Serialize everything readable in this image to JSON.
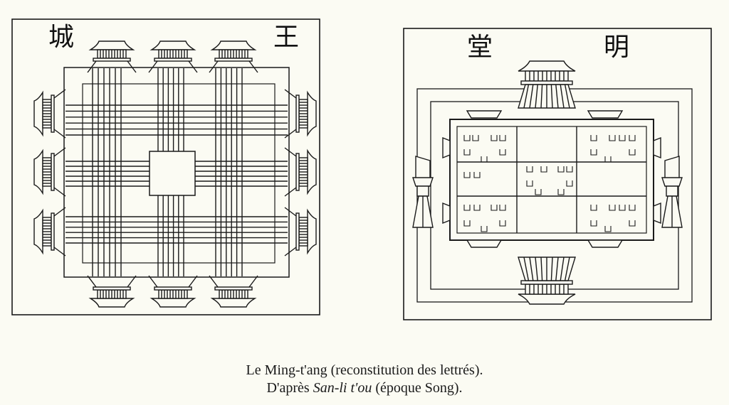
{
  "left_plan": {
    "char_left": "城",
    "char_right": "王"
  },
  "right_plan": {
    "char_left": "堂",
    "char_right": "明"
  },
  "caption": {
    "line1": "Le Ming-t'ang (reconstitution des lettrés).",
    "line2_prefix": "D'après ",
    "line2_title": "San-li t'ou",
    "line2_suffix": " (époque Song)."
  },
  "colors": {
    "ink": "#1a1a1a",
    "paper": "#fbfbf3"
  }
}
